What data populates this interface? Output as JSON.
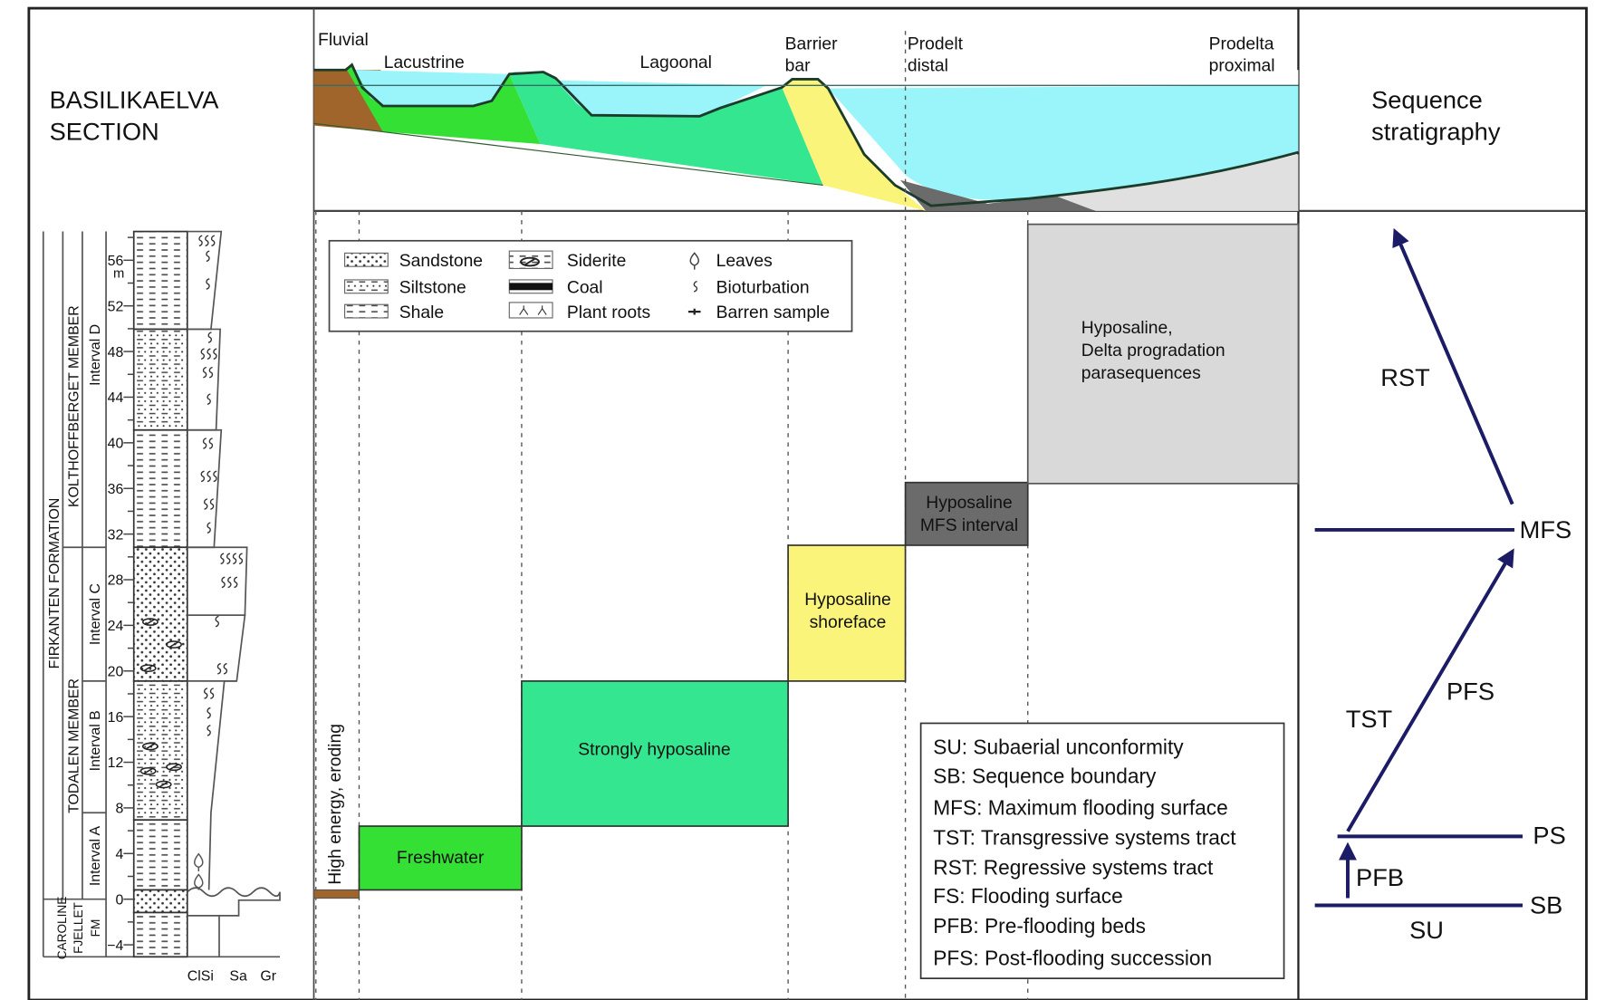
{
  "section": {
    "title_line1": "BASILIKAELVA",
    "title_line2": "SECTION",
    "depth_unit": "m",
    "depth_ticks": [
      -4,
      0,
      4,
      8,
      12,
      16,
      20,
      24,
      28,
      32,
      36,
      40,
      44,
      48,
      52,
      56
    ],
    "depth_tick_labels": [
      "−4",
      "0",
      "4",
      "8",
      "12",
      "16",
      "20",
      "24",
      "28",
      "32",
      "36",
      "40",
      "44",
      "48",
      "52",
      "56"
    ],
    "formation": "FIRKANTEN FORMATION",
    "member_upper": "KOLTHOFFBERGET MEMBER",
    "member_lower": "TODALEN MEMBER",
    "interval_d": "Interval D",
    "interval_c": "Interval C",
    "interval_b": "Interval B",
    "interval_a": "Interval A",
    "base_formation": [
      "CAROLINE",
      "FJELLET",
      "FM"
    ],
    "grain_size_labels": {
      "clay_silt": "ClSi",
      "sand": "Sa",
      "gravel": "Gr"
    }
  },
  "environments": {
    "fluvial": "Fluvial",
    "lacustrine": "Lacustrine",
    "lagoonal": "Lagoonal",
    "barrier": [
      "Barrier",
      "bar"
    ],
    "prodelta_distal": [
      "Prodelt",
      "distal"
    ],
    "prodelta_proximal": [
      "Prodelta",
      "proximal"
    ]
  },
  "legend": {
    "sandstone": "Sandstone",
    "siltstone": "Siltstone",
    "shale": "Shale",
    "siderite": "Siderite",
    "coal": "Coal",
    "plant_roots": "Plant roots",
    "leaves": "Leaves",
    "bioturbation": "Bioturbation",
    "barren_sample": "Barren sample"
  },
  "salinity_boxes": {
    "high_energy": "High energy, eroding",
    "freshwater": "Freshwater",
    "strongly_hyposaline": "Strongly hyposaline",
    "shoreface": [
      "Hyposaline",
      "shoreface"
    ],
    "mfs_interval": [
      "Hyposaline",
      "MFS interval"
    ],
    "delta": [
      "Hyposaline,",
      "Delta progradation",
      "parasequences"
    ]
  },
  "colors": {
    "fluvial": "#a0652a",
    "freshwater": "#33e033",
    "hyposaline_strong": "#33e68f",
    "shoreface": "#fbf47a",
    "mfs": "#6b6b6b",
    "delta": "#d9d9d9",
    "water": "#99f5f9",
    "arrows": "#1b1b66"
  },
  "abbreviations": [
    "SU: Subaerial unconformity",
    "SB: Sequence boundary",
    "MFS: Maximum flooding surface",
    "TST: Transgressive systems tract",
    "RST: Regressive systems tract",
    "FS: Flooding surface",
    "PFB: Pre-flooding beds",
    "PFS: Post-flooding succession"
  ],
  "sequence": {
    "title": [
      "Sequence",
      "stratigraphy"
    ],
    "rst": "RST",
    "mfs": "MFS",
    "tst": "TST",
    "pfs": "PFS",
    "ps": "PS",
    "pfb": "PFB",
    "sb": "SB",
    "su": "SU"
  }
}
